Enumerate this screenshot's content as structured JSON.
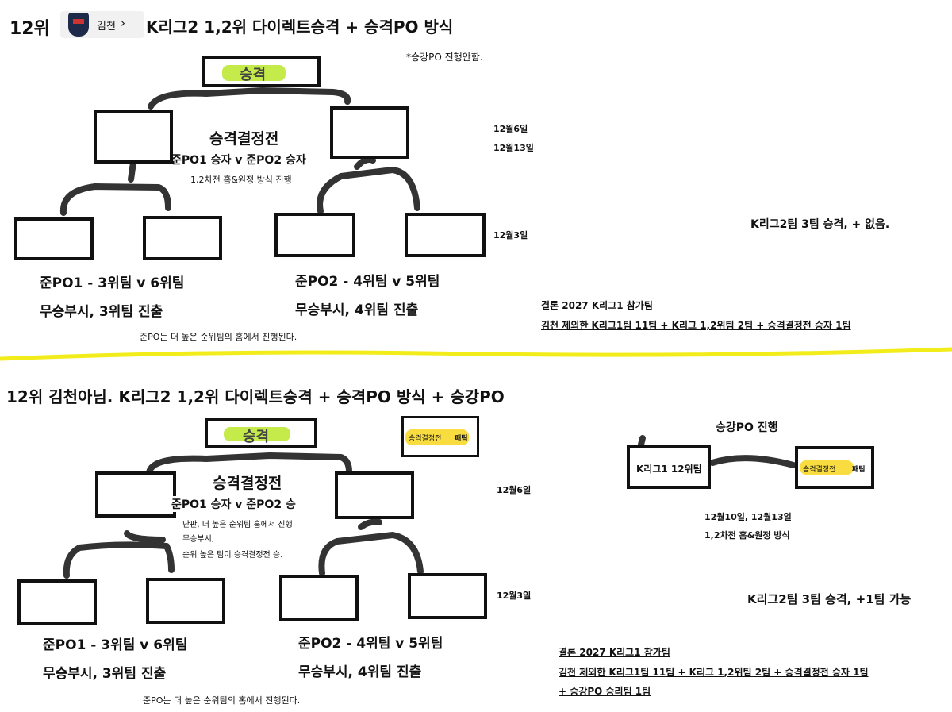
{
  "top": {
    "rank": "12위",
    "team_name": "김천",
    "team_chevron": "›",
    "headline": "K리그2 1,2위 다이렉트승격 + 승격PO 방식",
    "note": "*승강PO 진행안함.",
    "promotion_label": "승격",
    "final_title": "승격결정전",
    "final_matchup": "준PO1 승자 v 준PO2 승자",
    "final_format": "1,2차전 홈&원정 방식 진행",
    "date_final_1": "12월6일",
    "date_final_2": "12월13일",
    "date_semi": "12월3일",
    "semi1_title": "준PO1 - 3위팀 v 6위팀",
    "semi1_tie": "무승부시, 3위팀 진출",
    "semi2_title": "준PO2 - 4위팀 v 5위팀",
    "semi2_tie": "무승부시, 4위팀 진출",
    "home_note": "준PO는 더 높은 순위팀의 홈에서 진행된다.",
    "summary": "K리그2팀 3팀 승격, + 없음.",
    "conclusion_1": "결론 2027 K리그1 참가팀",
    "conclusion_2": "김천 제외한 K리그1팀 11팀 + K리그 1,2위팀 2팀 + 승격결정전 승자 1팀"
  },
  "bottom": {
    "headline": "12위 김천아님. K리그2 1,2위 다이렉트승격 + 승격PO 방식 + 승강PO",
    "promotion_label": "승격",
    "loser_badge_hl": "승격결정전",
    "loser_badge_rest": "패팀",
    "final_title": "승격결정전",
    "final_matchup": "준PO1 승자 v 준PO2 승",
    "final_note_1": "단판, 더 높은 순위팀 홈에서 진행",
    "final_note_2": "무승부시,",
    "final_note_3": "순위 높은 팀이 승격결정전 승.",
    "date_final": "12월6일",
    "date_semi": "12월3일",
    "semi1_title": "준PO1 - 3위팀 v 6위팀",
    "semi1_tie": "무승부시, 3위팀 진출",
    "semi2_title": "준PO2 - 4위팀 v 5위팀",
    "semi2_tie": "무승부시, 4위팀 진출",
    "home_note": "준PO는 더 높은 순위팀의 홈에서 진행된다.",
    "relegation_title": "승강PO 진행",
    "k1_team": "K리그1 12위팀",
    "loser_hl": "승격결정전",
    "loser_rest": "패팀",
    "relegation_dates": "12월10일, 12월13일",
    "relegation_format": "1,2차전 홈&원정 방식",
    "summary": "K리그2팀 3팀 승격, +1팀 가능",
    "conclusion_1": "결론 2027 K리그1 참가팀",
    "conclusion_2": "김천 제외한 K리그1팀 11팀 + K리그 1,2위팀 2팀 + 승격결정전 승자 1팀",
    "conclusion_3": "+ 승강PO 승리팀 1팀"
  },
  "colors": {
    "highlight_green": "#b6e61e",
    "highlight_yellow": "#f5d000",
    "divider": "#f2ec1a"
  }
}
